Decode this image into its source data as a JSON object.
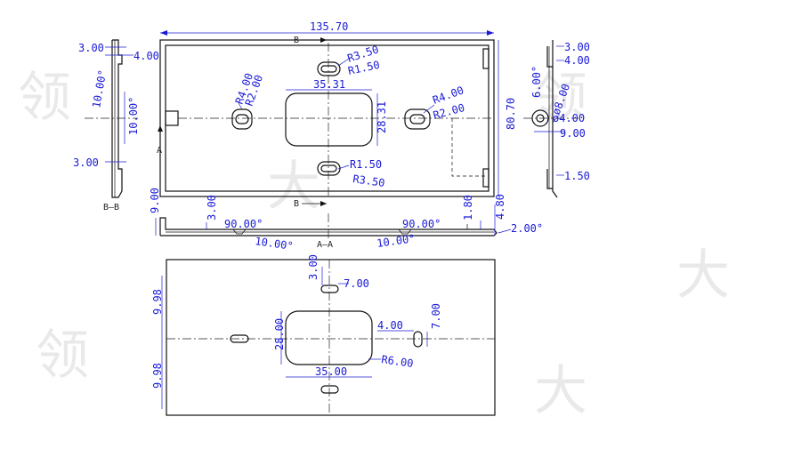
{
  "drawing": {
    "colors": {
      "line": "#111111",
      "dimension": "#1a1ad6",
      "background": "#ffffff"
    },
    "top_view": {
      "overall_width": "135.70",
      "overall_height": "80.70",
      "center_cutout_width": "35.31",
      "center_cutout_height": "28.31",
      "slot_top_outer_radius": "R3.50",
      "slot_top_inner_radius": "R1.50",
      "slot_bottom_inner_radius": "R1.50",
      "slot_bottom_outer_radius": "R3.50",
      "slot_left_outer_radius": "R4.00",
      "slot_left_inner_radius": "R2.00",
      "slot_right_outer_radius": "R4.00",
      "slot_right_inner_radius": "R2.00",
      "section_b_top": "B",
      "section_b_bottom": "B",
      "section_a_side": "A"
    },
    "section_b": {
      "label": "B—B",
      "dim_top_thickness": "3.00",
      "dim_top_step": "4.00",
      "dim_angle": "10.00°",
      "dim_middle": "10.00°",
      "dim_bottom": "3.00"
    },
    "right_view": {
      "dim_top": "3.00",
      "dim_step": "4.00",
      "dim_offset": "6.00°",
      "dim_outer_dia": "ø8.00",
      "dim_inner_dia": "ø4.00",
      "dim_height": "9.00",
      "dim_bottom": "1.50"
    },
    "section_a": {
      "label": "A—A",
      "dim_left_height": "9.00",
      "dim_left_step": "3.00",
      "angle_left": "90.00°",
      "angle_left_bottom": "10.00°",
      "angle_right": "90.00°",
      "angle_right_bottom": "10.00°",
      "dim_right_step": "1.80",
      "dim_right_height": "4.80",
      "dim_draft": "2.00°"
    },
    "bottom_view": {
      "dim_left_upper": "9.98",
      "dim_left_lower": "9.98",
      "dim_top_offset": "3.00",
      "dim_slot_length": "7.00",
      "dim_cutout_height": "28.00",
      "dim_cutout_width": "35.00",
      "dim_cutout_radius": "R6.00",
      "dim_slot_width": "4.00",
      "dim_slot_height": "7.00"
    }
  }
}
